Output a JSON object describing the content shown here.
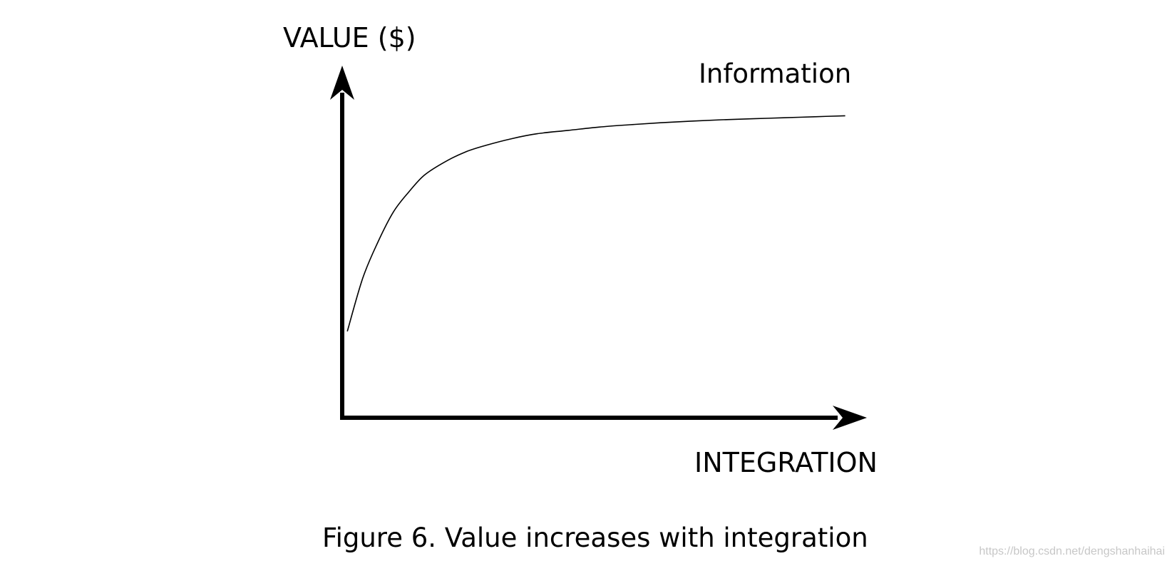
{
  "caption": "Figure 6.  Value increases with integration",
  "watermark": "https://blog.csdn.net/dengshanhaihai",
  "colors": {
    "foreground": "#000000",
    "background": "#ffffff",
    "watermark": "#c7c7c7"
  },
  "chart_data": {
    "type": "line",
    "title": "",
    "xlabel": "INTEGRATION",
    "ylabel": "VALUE ($)",
    "x_ticks": false,
    "y_ticks": false,
    "grid": false,
    "series": [
      {
        "name": "Information",
        "x": [
          0.01,
          0.04,
          0.07,
          0.1,
          0.13,
          0.16,
          0.2,
          0.24,
          0.28,
          0.33,
          0.38,
          0.44,
          0.5,
          0.56,
          0.62,
          0.68,
          0.74,
          0.8,
          0.86,
          0.92,
          0.98
        ],
        "y": [
          0.26,
          0.42,
          0.53,
          0.62,
          0.68,
          0.73,
          0.77,
          0.8,
          0.82,
          0.84,
          0.855,
          0.865,
          0.875,
          0.882,
          0.888,
          0.893,
          0.897,
          0.9,
          0.903,
          0.906,
          0.909
        ]
      }
    ],
    "xlim": [
      0,
      1
    ],
    "ylim": [
      0,
      1
    ]
  }
}
